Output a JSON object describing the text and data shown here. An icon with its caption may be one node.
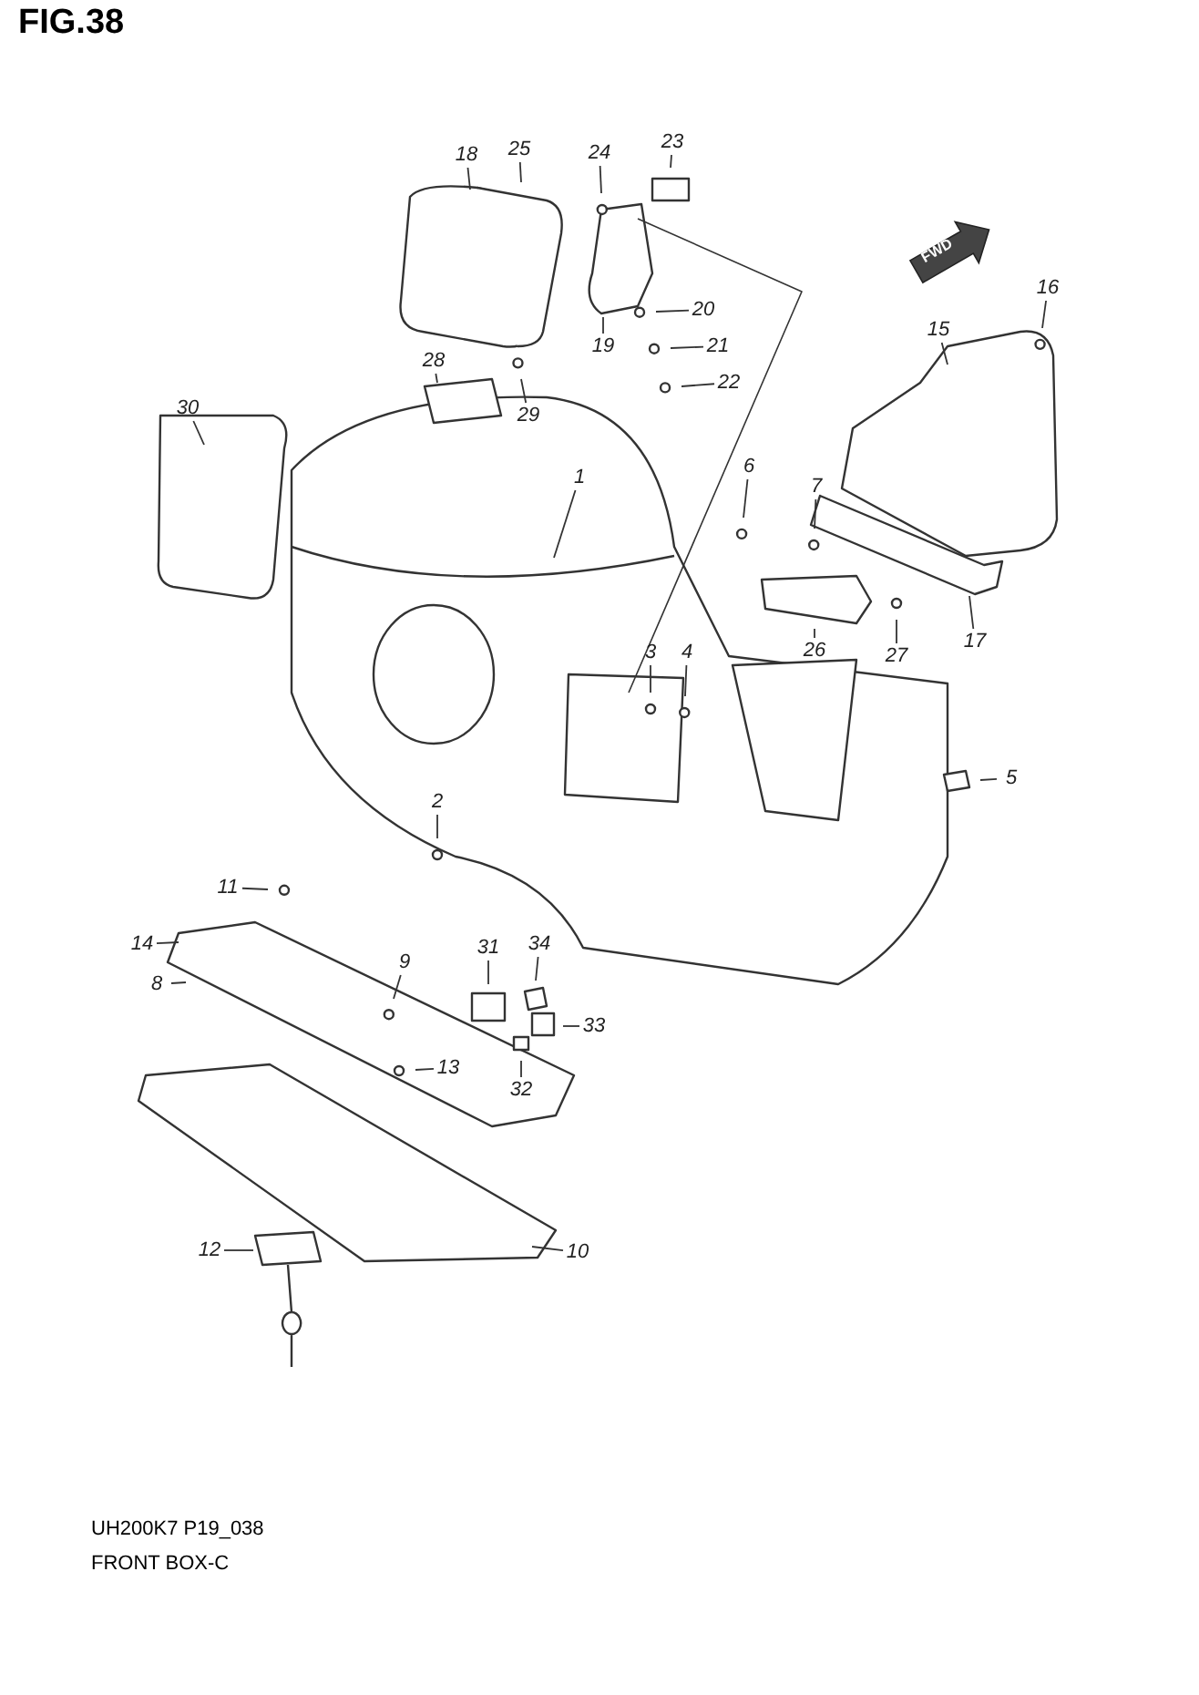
{
  "diagram": {
    "title": "FIG.38",
    "nodes": [
      {
        "text": [
          "1"
        ]
      },
      {
        "text": [
          "2"
        ]
      },
      {
        "text": [
          "3"
        ]
      },
      {
        "text": [
          "4"
        ]
      },
      {
        "text": [
          "5"
        ]
      },
      {
        "text": [
          "6"
        ]
      },
      {
        "text": [
          "7"
        ]
      },
      {
        "text": [
          "8"
        ]
      },
      {
        "text": [
          "9"
        ]
      },
      {
        "text": [
          "10"
        ]
      },
      {
        "text": [
          "11"
        ]
      },
      {
        "text": [
          "12"
        ]
      },
      {
        "text": [
          "13"
        ]
      },
      {
        "text": [
          "14"
        ]
      },
      {
        "text": [
          "15"
        ]
      },
      {
        "text": [
          "16"
        ]
      },
      {
        "text": [
          "17"
        ]
      },
      {
        "text": [
          "18"
        ]
      },
      {
        "text": [
          "19"
        ]
      },
      {
        "text": [
          "20"
        ]
      },
      {
        "text": [
          "21"
        ]
      },
      {
        "text": [
          "22"
        ]
      },
      {
        "text": [
          "23"
        ]
      },
      {
        "text": [
          "24"
        ]
      },
      {
        "text": [
          "25"
        ]
      },
      {
        "text": [
          "26"
        ]
      },
      {
        "text": [
          "27"
        ]
      },
      {
        "text": [
          "28"
        ]
      },
      {
        "text": [
          "29"
        ]
      },
      {
        "text": [
          "30"
        ]
      },
      {
        "text": [
          "31"
        ]
      },
      {
        "text": [
          "32"
        ]
      },
      {
        "text": [
          "33"
        ]
      },
      {
        "text": [
          "34"
        ]
      }
    ],
    "edges": [
      {
        "from": 0,
        "to": null,
        "arrow": "none"
      },
      {
        "from": 1,
        "to": null,
        "arrow": "none"
      },
      {
        "from": 2,
        "to": null,
        "arrow": "none"
      },
      {
        "from": 3,
        "to": null,
        "arrow": "none"
      },
      {
        "from": 4,
        "to": null,
        "arrow": "none"
      },
      {
        "from": 5,
        "to": null,
        "arrow": "none"
      },
      {
        "from": 6,
        "to": null,
        "arrow": "none"
      },
      {
        "from": 7,
        "to": null,
        "arrow": "none"
      },
      {
        "from": 8,
        "to": null,
        "arrow": "none"
      },
      {
        "from": 9,
        "to": null,
        "arrow": "none"
      },
      {
        "from": 10,
        "to": null,
        "arrow": "none"
      },
      {
        "from": 11,
        "to": null,
        "arrow": "none"
      },
      {
        "from": 12,
        "to": null,
        "arrow": "none"
      },
      {
        "from": 13,
        "to": null,
        "arrow": "none"
      },
      {
        "from": 14,
        "to": null,
        "arrow": "none"
      },
      {
        "from": 15,
        "to": null,
        "arrow": "none"
      },
      {
        "from": 16,
        "to": null,
        "arrow": "none"
      },
      {
        "from": 17,
        "to": null,
        "arrow": "none"
      },
      {
        "from": 18,
        "to": null,
        "arrow": "none"
      },
      {
        "from": 19,
        "to": null,
        "arrow": "none"
      },
      {
        "from": 20,
        "to": null,
        "arrow": "none"
      },
      {
        "from": 21,
        "to": null,
        "arrow": "none"
      },
      {
        "from": 22,
        "to": null,
        "arrow": "none"
      },
      {
        "from": 23,
        "to": null,
        "arrow": "none"
      },
      {
        "from": 24,
        "to": null,
        "arrow": "none"
      },
      {
        "from": 25,
        "to": null,
        "arrow": "none"
      },
      {
        "from": 26,
        "to": null,
        "arrow": "none"
      },
      {
        "from": 27,
        "to": null,
        "arrow": "none"
      },
      {
        "from": 28,
        "to": null,
        "arrow": "none"
      },
      {
        "from": 29,
        "to": null,
        "arrow": "none"
      },
      {
        "from": 30,
        "to": null,
        "arrow": "none"
      },
      {
        "from": 31,
        "to": null,
        "arrow": "none"
      },
      {
        "from": 32,
        "to": null,
        "arrow": "none"
      },
      {
        "from": 33,
        "to": null,
        "arrow": "none"
      }
    ],
    "labels": [
      "FWD",
      "UH200K7 P19_038",
      "FRONT BOX-C"
    ]
  }
}
